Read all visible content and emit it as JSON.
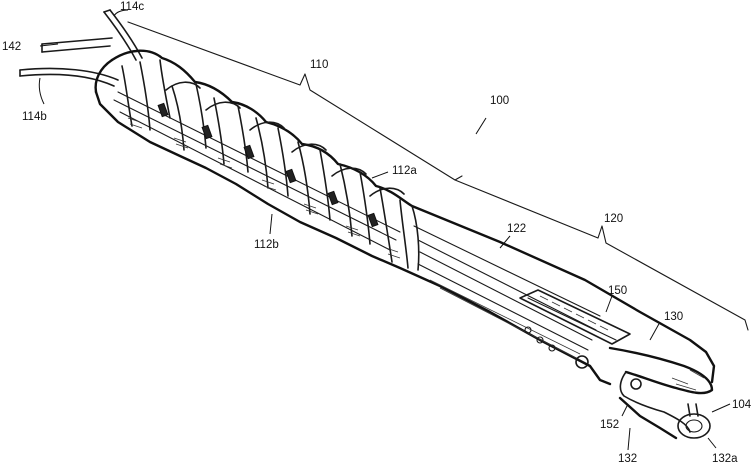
{
  "labels": {
    "l100": "100",
    "l110": "110",
    "l120": "120",
    "l122": "122",
    "l130": "130",
    "l150": "150",
    "l152": "152",
    "l132": "132",
    "l132a": "132a",
    "l104": "104",
    "l142": "142",
    "l114b": "114b",
    "l114c": "114c",
    "l112a": "112a",
    "l112b": "112b"
  }
}
